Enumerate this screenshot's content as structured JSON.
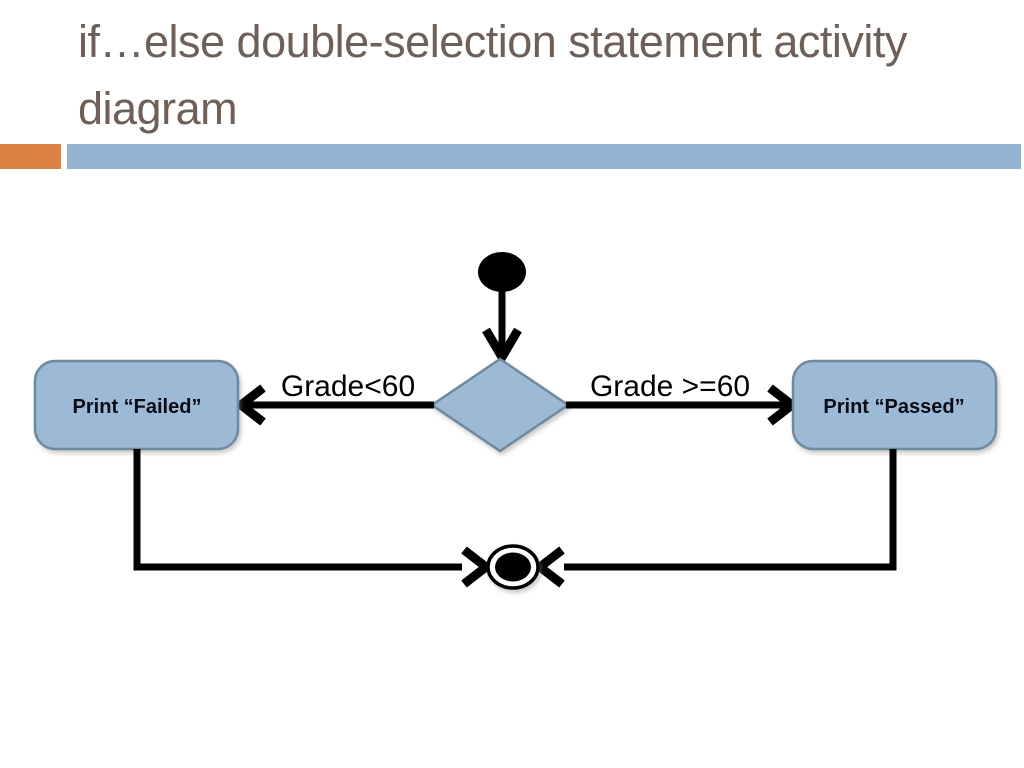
{
  "slide": {
    "title": "if…else double-selection statement activity diagram",
    "title_color": "#6e6058",
    "accent_orange": "#dd8145",
    "accent_blue": "#94b5d2"
  },
  "diagram": {
    "type": "uml-activity",
    "node_fill": "#9cb9d6",
    "node_border": "#6f8a9d",
    "line_color": "#000000",
    "nodes": [
      {
        "id": "initial",
        "kind": "initial-state"
      },
      {
        "id": "decision",
        "kind": "decision-diamond"
      },
      {
        "id": "failed",
        "kind": "action",
        "label": "Print “Failed”"
      },
      {
        "id": "passed",
        "kind": "action",
        "label": "Print “Passed”"
      },
      {
        "id": "final",
        "kind": "final-state"
      }
    ],
    "labels": {
      "left_action": "Print “Failed”",
      "right_action": "Print “Passed”",
      "left_condition": "Grade<60",
      "right_condition": "Grade >=60"
    },
    "edges": [
      {
        "from": "initial",
        "to": "decision",
        "label": ""
      },
      {
        "from": "decision",
        "to": "failed",
        "label": "Grade<60"
      },
      {
        "from": "decision",
        "to": "passed",
        "label": "Grade >=60"
      },
      {
        "from": "failed",
        "to": "final",
        "label": ""
      },
      {
        "from": "passed",
        "to": "final",
        "label": ""
      }
    ]
  }
}
